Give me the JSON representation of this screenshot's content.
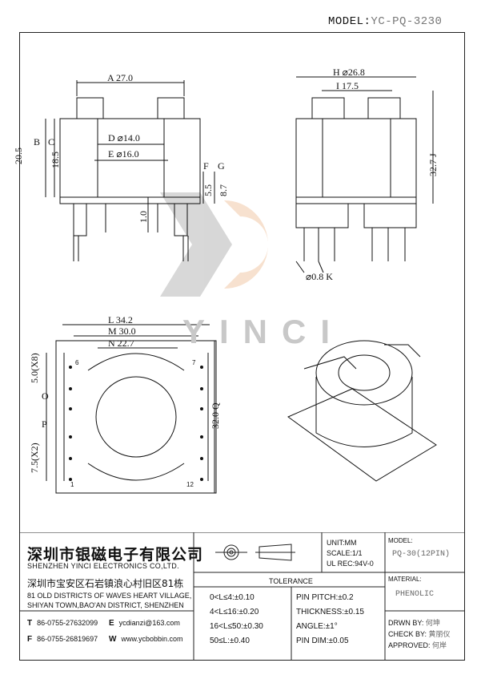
{
  "model": {
    "label": "MODEL:",
    "value": "YC-PQ-3230"
  },
  "watermark": "YINCI",
  "dims": {
    "A": "A",
    "A_val": "27.0",
    "B": "B",
    "B_val": "20.5",
    "C": "C",
    "C_val": "18.5",
    "D": "D",
    "D_val": "⌀14.0",
    "E": "E",
    "E_val": "⌀16.0",
    "F": "F",
    "F_val": "5.5",
    "G": "G",
    "G_val": "8.7",
    "J_val": "1.0",
    "H": "H",
    "H_val": "⌀26.8",
    "I": "I",
    "I_val": "17.5",
    "J": "J",
    "J2_val": "32.7",
    "K": "K",
    "K_val": "⌀0.8",
    "L": "L",
    "L_val": "34.2",
    "M": "M",
    "M_val": "30.0",
    "N": "N",
    "N_val": "22.7",
    "O": "O",
    "O_val": "5.0(X8)",
    "P": "P",
    "P_val": "7.5(X2)",
    "Q": "Q",
    "Q_val": "32.0"
  },
  "pins": {
    "p6": "6",
    "p7": "7",
    "p1": "1",
    "p12": "12"
  },
  "titleblock": {
    "company_cn": "深圳市银磁电子有限公司",
    "company_en": "SHENZHEN YINCI ELECTRONICS CO,LTD.",
    "addr_cn": "深圳市宝安区石岩镇浪心村旧区81栋",
    "addr_en1": "81 OLD DISTRICTS OF WAVES HEART VILLAGE,",
    "addr_en2": "SHIYAN TOWN,BAO'AN DISTRICT, SHENZHEN",
    "tel_label": "T",
    "tel": "86-0755-27632099",
    "email_label": "E",
    "email": "ycdianzi@163.com",
    "fax_label": "F",
    "fax": "86-0755-26819697",
    "web_label": "W",
    "web": "www.ycbobbin.com",
    "unit": "UNIT:MM",
    "scale": "SCALE:1/1",
    "ul": "UL REC:94V-0",
    "model_label": "MODEL:",
    "model_value": "PQ-30(12PIN)",
    "material_label": "MATERIAL:",
    "material_value": "PHENOLIC",
    "tolerance": "TOLERANCE",
    "tol1": "0<L≤4:±0.10",
    "tol2": "4<L≤16:±0.20",
    "tol3": "16<L≤50:±0.30",
    "tol4": "50≤L:±0.40",
    "tol5": "PIN PITCH:±0.2",
    "tol6": "THICKNESS:±0.15",
    "tol7": "ANGLE:±1°",
    "tol8": "PIN DIM:±0.05",
    "drawn_label": "DRWN BY:",
    "drawn": "何坤",
    "check_label": "CHECK BY:",
    "check": "黄丽仪",
    "approved_label": "APPROVED:",
    "approved": "何岸"
  }
}
